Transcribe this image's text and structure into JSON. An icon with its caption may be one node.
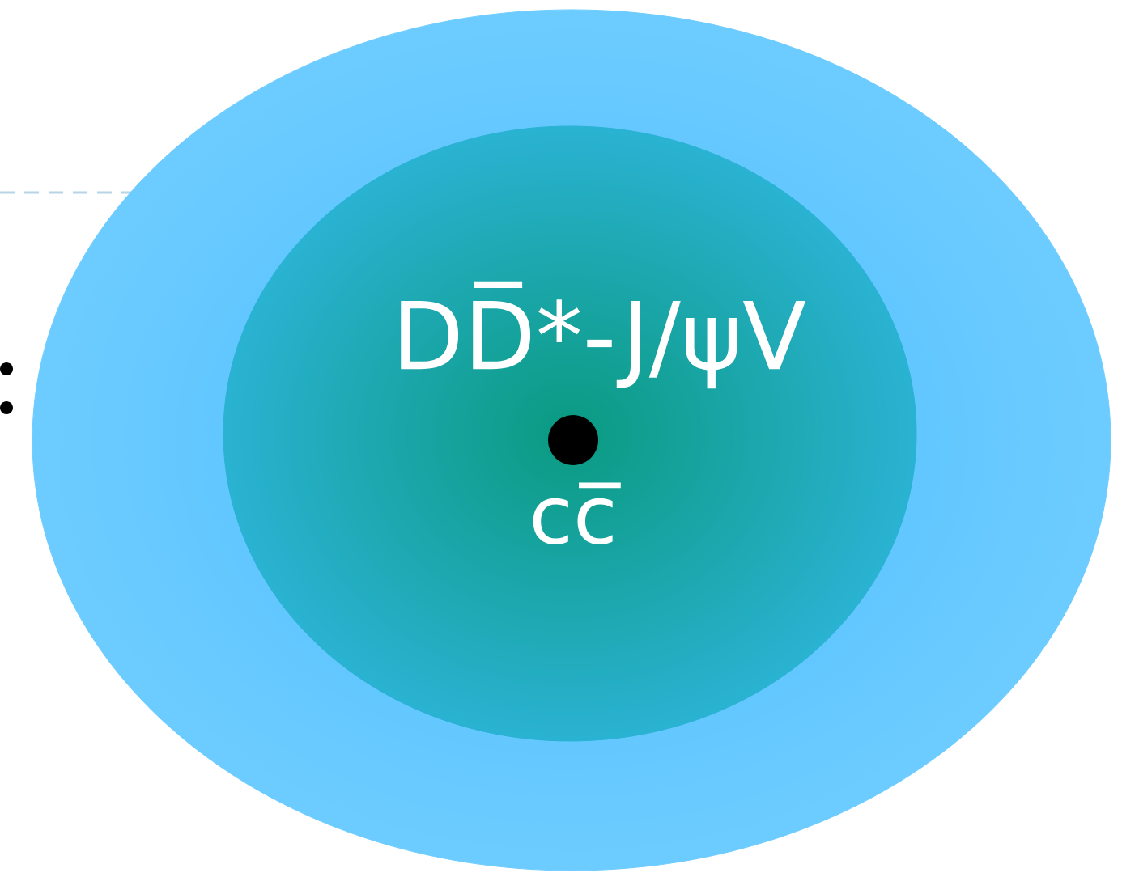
{
  "diagram": {
    "nodes": [
      {
        "text": [],
        "shape": "ellipse"
      },
      {
        "text": [
          "DD̅*-J/ψV"
        ],
        "in": 0
      },
      {
        "text": [],
        "shape": "circle",
        "in": 1,
        "beside": [
          "cc̅"
        ]
      }
    ]
  }
}
